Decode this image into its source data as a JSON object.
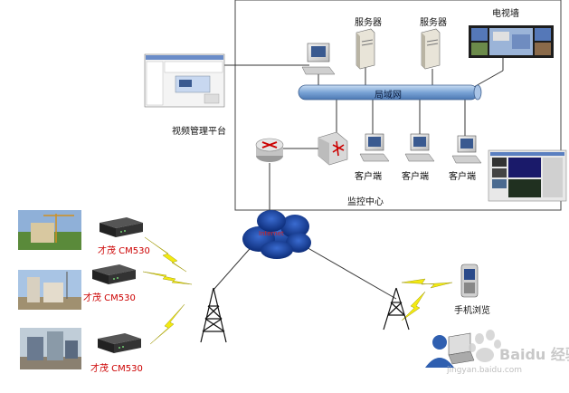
{
  "monitor_center": {
    "label": "监控中心",
    "lan_label": "局域网",
    "servers": [
      "服务器",
      "服务器"
    ],
    "tv_wall_label": "电视墙",
    "clients": [
      "客户端",
      "客户端",
      "客户端"
    ]
  },
  "vms_platform_label": "视频管理平台",
  "internet_label": "Internet",
  "site_devices": [
    {
      "label": "才茂 CM530"
    },
    {
      "label": "才茂 CM530"
    },
    {
      "label": "才茂 CM530"
    }
  ],
  "mobile_label": "手机浏览",
  "watermark": {
    "brand": "Baidu 经验",
    "url": "jingyan.baidu.com"
  },
  "colors": {
    "lightning": "#f3ea12",
    "cloud": "#1f4aa3",
    "lan_bus": "#7aa4d6",
    "device_label": "#cc0000"
  }
}
